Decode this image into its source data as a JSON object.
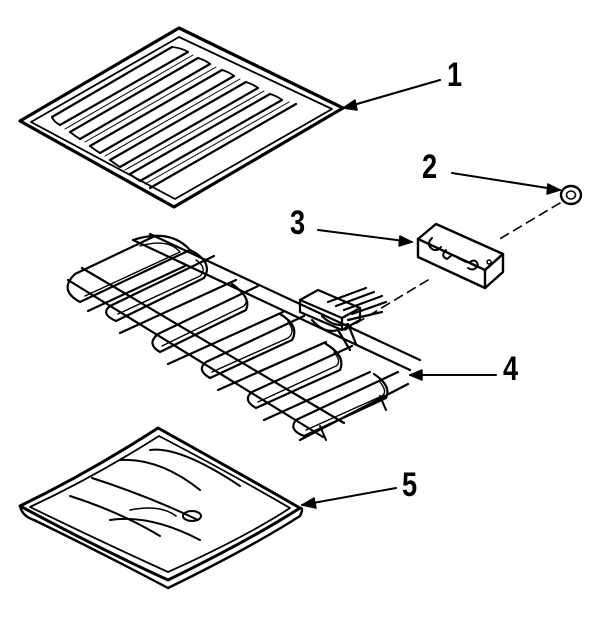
{
  "callouts": [
    {
      "number": "1",
      "part": "broil-pan-grid"
    },
    {
      "number": "2",
      "part": "terminal-nut"
    },
    {
      "number": "3",
      "part": "terminal-block"
    },
    {
      "number": "4",
      "part": "bake-element"
    },
    {
      "number": "5",
      "part": "broil-pan"
    }
  ],
  "ink_color": "#000000",
  "paper_color": "#ffffff"
}
